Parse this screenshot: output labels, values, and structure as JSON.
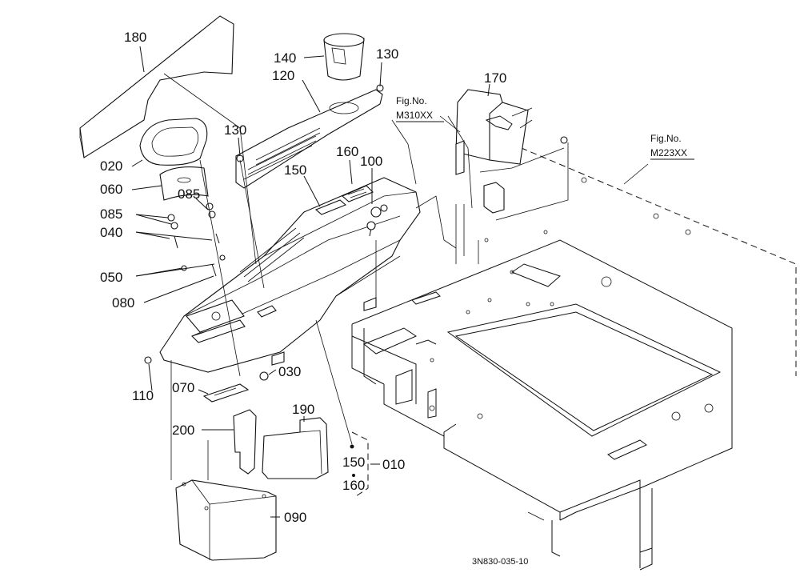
{
  "diagram": {
    "figure_refs": [
      {
        "fig_label": "Fig.No.",
        "fig_number": "M310XX"
      },
      {
        "fig_label": "Fig.No.",
        "fig_number": "M223XX"
      }
    ],
    "callouts": {
      "p180": "180",
      "p140": "140",
      "p130a": "130",
      "p120": "120",
      "p170": "170",
      "p130b": "130",
      "p160a": "160",
      "p100": "100",
      "p150a": "150",
      "p020": "020",
      "p060": "060",
      "p085a": "085",
      "p085b": "085",
      "p040": "040",
      "p050": "050",
      "p080": "080",
      "p110": "110",
      "p070": "070",
      "p030": "030",
      "p190": "190",
      "p200": "200",
      "p150b": "150",
      "p010": "010",
      "p160b": "160",
      "p090": "090"
    },
    "drawing_number": "3N830-035-10"
  }
}
